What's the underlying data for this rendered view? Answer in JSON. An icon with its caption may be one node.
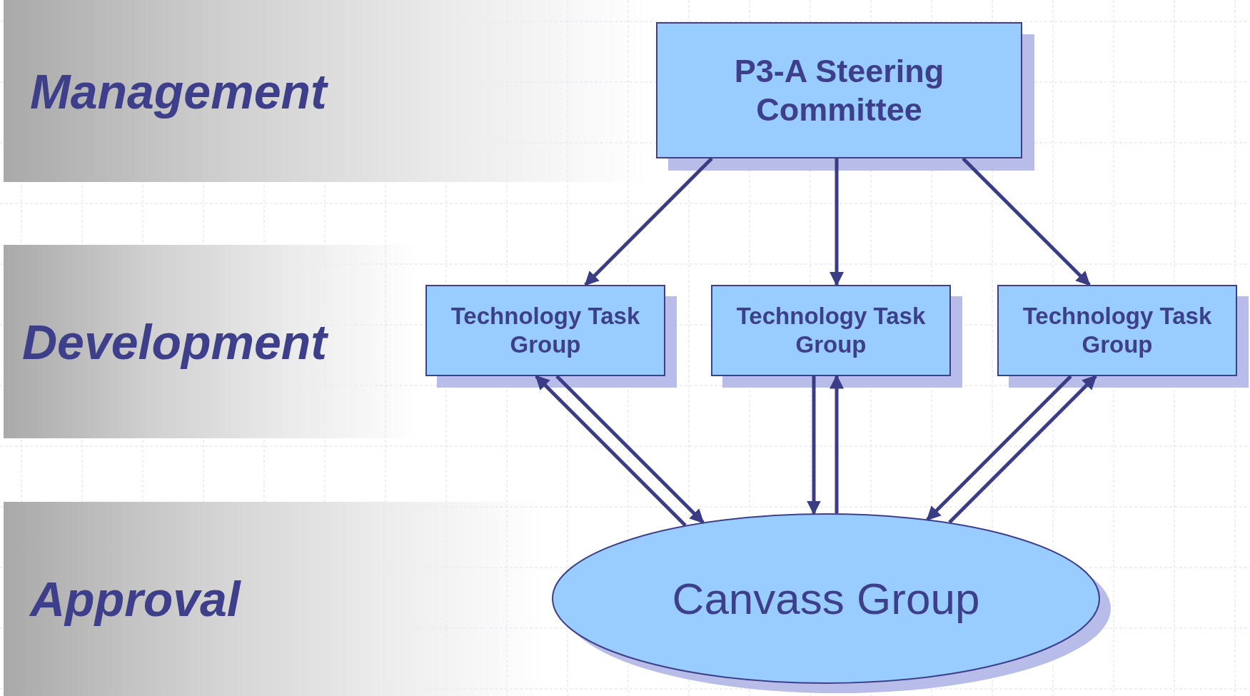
{
  "diagram": {
    "nodes": [
      {
        "text": [
          "Management"
        ]
      },
      {
        "text": [
          "Development"
        ]
      },
      {
        "text": [
          "Approval"
        ]
      },
      {
        "text": [
          "P3-A Steering Committee"
        ]
      },
      {
        "text": [
          "Technology Task Group"
        ]
      },
      {
        "text": [
          "Technology Task Group"
        ]
      },
      {
        "text": [
          "Technology Task Group"
        ]
      },
      {
        "text": [
          "Canvass Group"
        ]
      }
    ],
    "edges": [
      {
        "from": 3,
        "to": 4,
        "arrow": "to"
      },
      {
        "from": 3,
        "to": 5,
        "arrow": "to"
      },
      {
        "from": 3,
        "to": 6,
        "arrow": "to"
      },
      {
        "from": 4,
        "to": 7,
        "arrow": "to"
      },
      {
        "from": 7,
        "to": 4,
        "arrow": "to"
      },
      {
        "from": 5,
        "to": 7,
        "arrow": "to"
      },
      {
        "from": 7,
        "to": 5,
        "arrow": "to"
      },
      {
        "from": 6,
        "to": 7,
        "arrow": "to"
      },
      {
        "from": 7,
        "to": 6,
        "arrow": "to"
      }
    ]
  }
}
